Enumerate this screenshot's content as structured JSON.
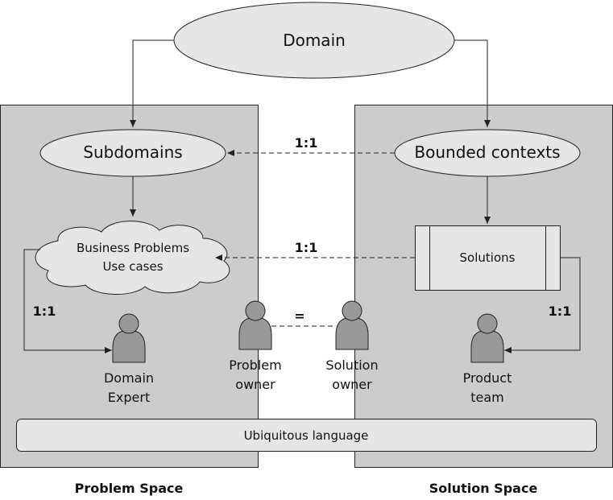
{
  "diagram": {
    "domain": "Domain",
    "subdomains": "Subdomains",
    "bounded_contexts": "Bounded contexts",
    "business_problems_line1": "Business Problems",
    "business_problems_line2": "Use cases",
    "solutions": "Solutions",
    "ratio_top": "1:1",
    "ratio_middle": "1:1",
    "ratio_left": "1:1",
    "ratio_right": "1:1",
    "equals": "=",
    "domain_expert_line1": "Domain",
    "domain_expert_line2": "Expert",
    "problem_owner_line1": "Problem",
    "problem_owner_line2": "owner",
    "solution_owner_line1": "Solution",
    "solution_owner_line2": "owner",
    "product_team_line1": "Product",
    "product_team_line2": "team",
    "ubiquitous_language": "Ubiquitous language",
    "problem_space": "Problem Space",
    "solution_space": "Solution Space"
  },
  "colors": {
    "panel": "#cccccc",
    "shape": "#e6e6e6",
    "person": "#999999",
    "stroke": "#222222"
  }
}
